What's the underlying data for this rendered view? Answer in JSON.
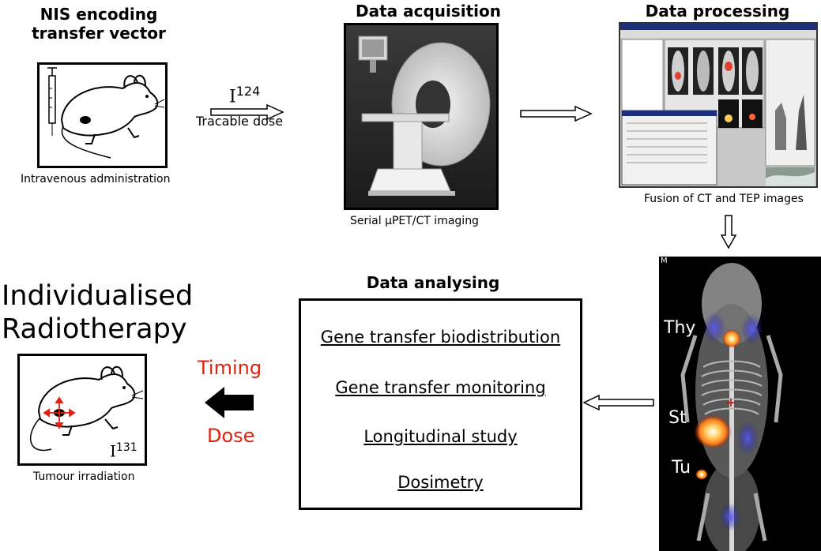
{
  "step1": {
    "title_line1": "NIS encoding",
    "title_line2": "transfer vector",
    "caption": "Intravenous administration",
    "isotope_symbol": "I",
    "isotope_mass": "124",
    "arrow_label": "Tracable dose"
  },
  "step2": {
    "title": "Data acquisition",
    "caption": "Serial µPET/CT imaging"
  },
  "step3": {
    "title": "Data processing",
    "caption": "Fusion of CT and TEP images"
  },
  "scan": {
    "corner_label": "M",
    "labels": [
      "Thy",
      "St",
      "Tu"
    ]
  },
  "step5": {
    "title": "Data analysing",
    "items": [
      "Gene transfer biodistribution",
      "Gene transfer monitoring",
      "Longitudinal study",
      "Dosimetry"
    ]
  },
  "step6": {
    "title_line1": "Individualised",
    "title_line2": "Radiotherapy",
    "timing_label": "Timing",
    "dose_label": "Dose",
    "isotope_symbol": "I",
    "isotope_mass": "131",
    "caption": "Tumour irradiation"
  },
  "colors": {
    "accent_red": "#e02010",
    "hot_orange": "#ff8c1a",
    "cold_blue": "#3a3ad8"
  }
}
